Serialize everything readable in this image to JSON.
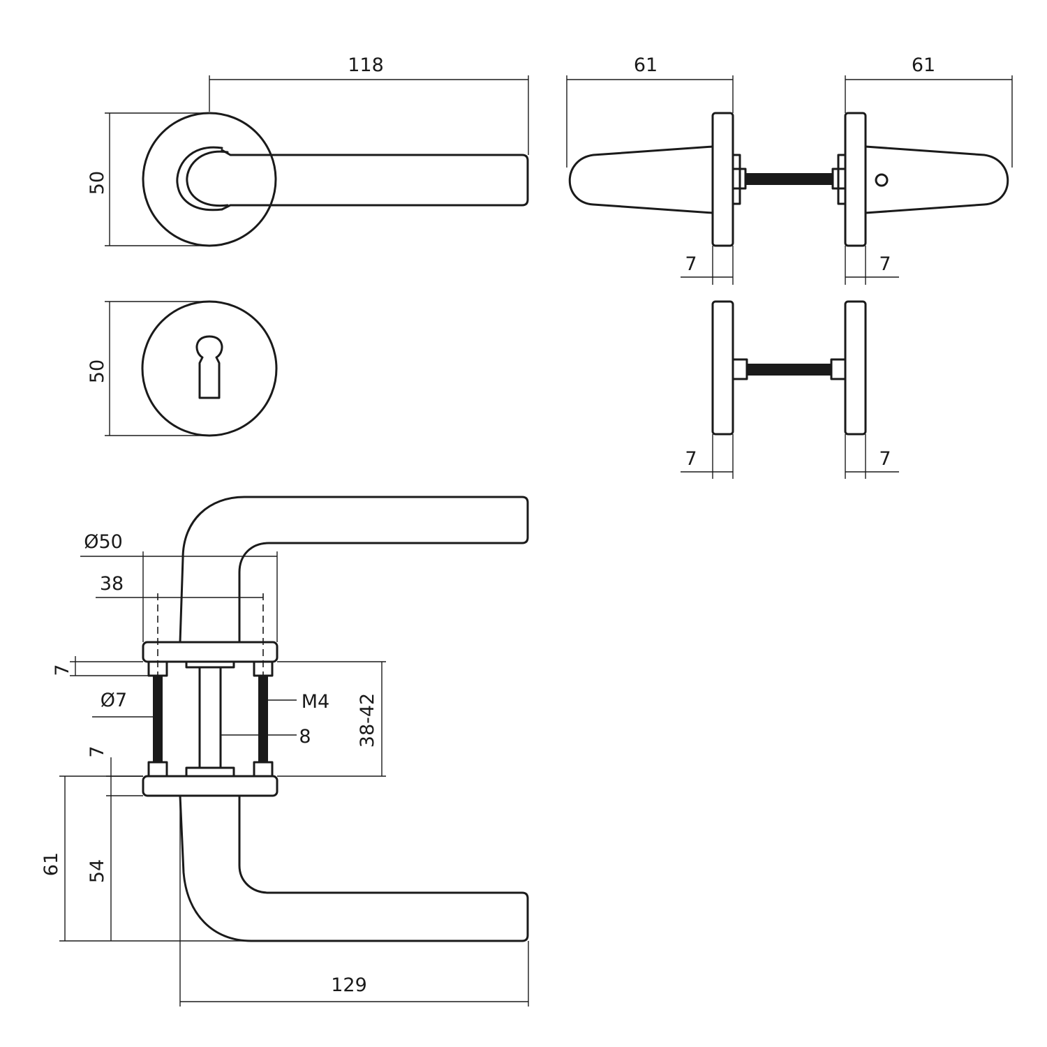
{
  "drawing": {
    "top_view": {
      "length": "118",
      "rose_height": "50"
    },
    "escutcheon_view": {
      "rose_height": "50"
    },
    "side_view_handle": {
      "left_width": "61",
      "right_width": "61",
      "left_rose_thickness": "7",
      "right_rose_thickness": "7"
    },
    "side_view_escutcheon": {
      "left_rose_thickness": "7",
      "right_rose_thickness": "7"
    },
    "section_view": {
      "rose_diameter": "Ø50",
      "screw_spacing": "38",
      "top_rose_thickness": "7",
      "screw_diameter": "Ø7",
      "thread": "M4",
      "spindle": "8",
      "door_thickness": "38-42",
      "bottom_rose_thickness": "7",
      "projection_total": "61",
      "projection_handle": "54",
      "handle_length": "129"
    }
  }
}
